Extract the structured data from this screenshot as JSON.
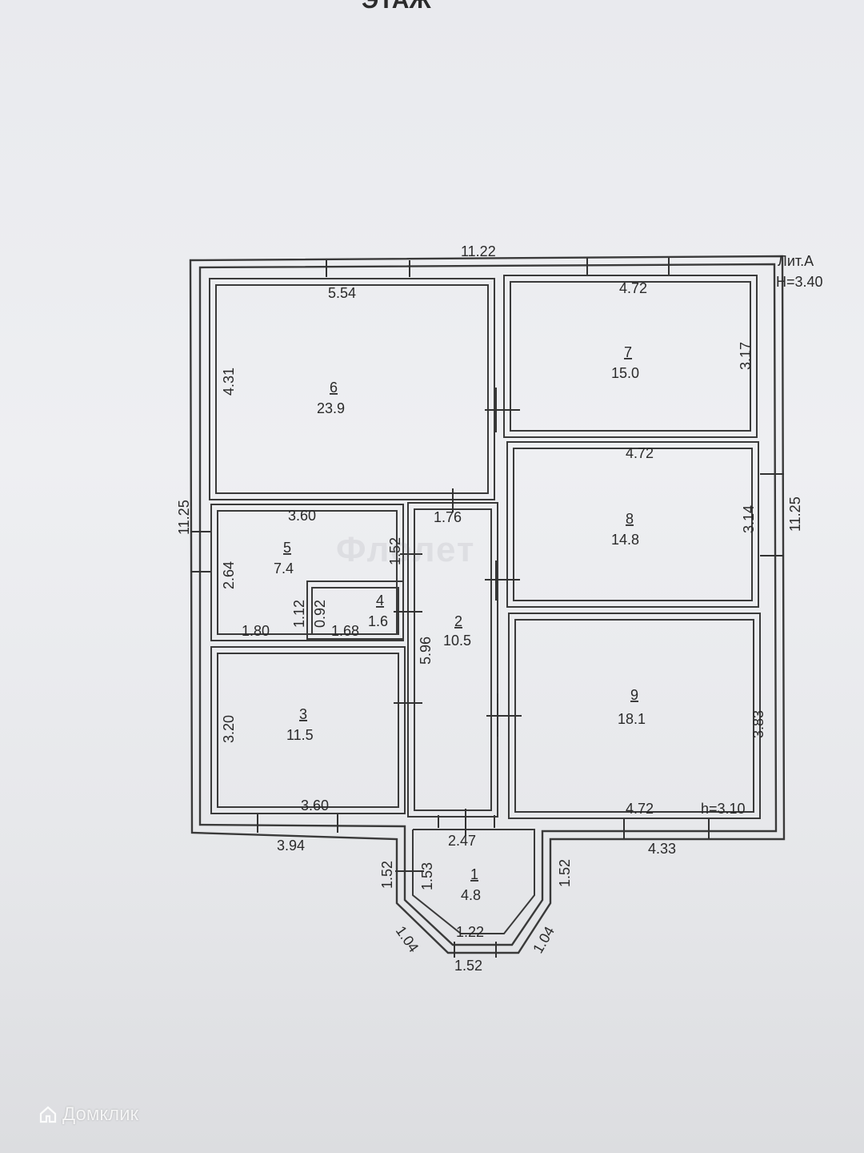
{
  "header_fragment": "ЭТАЖ",
  "liter": {
    "line1": "Лит.А",
    "line2": "H=3.40"
  },
  "outer_dims": {
    "top": "11.22",
    "left": "11.25",
    "right": "11.25",
    "bottom_left": "3.94",
    "bottom_right": "4.33"
  },
  "rooms": [
    {
      "id": "r1",
      "num": "1",
      "area": "4.8"
    },
    {
      "id": "r2",
      "num": "2",
      "area": "10.5"
    },
    {
      "id": "r3",
      "num": "3",
      "area": "11.5"
    },
    {
      "id": "r4",
      "num": "4",
      "area": "1.6"
    },
    {
      "id": "r5",
      "num": "5",
      "area": "7.4"
    },
    {
      "id": "r6",
      "num": "6",
      "area": "23.9"
    },
    {
      "id": "r7",
      "num": "7",
      "area": "15.0"
    },
    {
      "id": "r8",
      "num": "8",
      "area": "14.8"
    },
    {
      "id": "r9",
      "num": "9",
      "area": "18.1"
    }
  ],
  "inner_dims": {
    "r6_top": "5.54",
    "r6_left": "4.31",
    "r7_top": "4.72",
    "r7_right": "3.17",
    "r8_top": "4.72",
    "r8_right": "3.14",
    "r5_top": "3.60",
    "r5_left": "2.64",
    "r5_bottom": "1.80",
    "r2_top": "1.76",
    "r2_left_upper": "1.52",
    "r2_left": "5.96",
    "r4_h1": "1.12",
    "r4_h2": "0.92",
    "r4_bottom": "1.68",
    "r3_left": "3.20",
    "r3_bottom": "3.60",
    "r9_right": "3.83",
    "r9_bottom": "4.72",
    "r9_height": "h=3.10",
    "r1_top": "2.47",
    "r1_left_outer": "1.52",
    "r1_left_inner": "1.53",
    "r1_right": "1.52",
    "r1_diag_left": "1.04",
    "r1_bottom_inner": "1.22",
    "r1_diag_right": "1.04",
    "r1_bottom_outer": "1.52"
  },
  "stamp_text": "Флолет",
  "watermark": "Домклик"
}
